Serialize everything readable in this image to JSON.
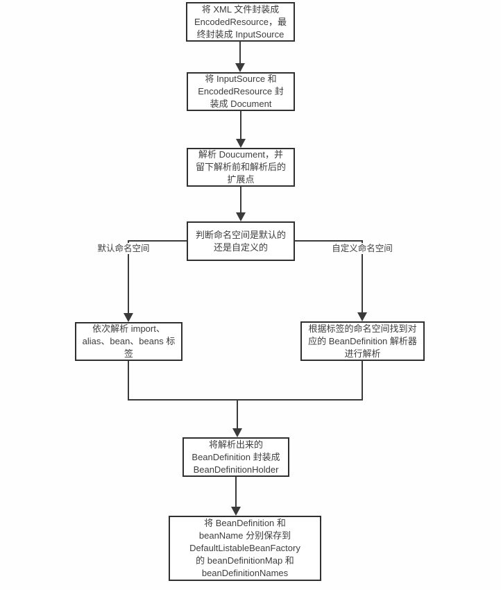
{
  "diagram": {
    "colors": {
      "box_border": "#2f2f2f",
      "box_fill": "#ffffff",
      "line": "#3a3a3a",
      "text": "#3d3d3d",
      "background": "#fefefe"
    },
    "nodes": {
      "encode_xml": {
        "text": "将 XML 文件封装成\nEncodedResource，最\n终封装成 InputSource"
      },
      "wrap_document": {
        "text": "将 InputSource 和\nEncodedResource 封\n装成 Document"
      },
      "parse_document": {
        "text": "解析 Doucument，并\n留下解析前和解析后的\n扩展点"
      },
      "judge_namespace": {
        "text": "判断命名空间是默认的\n还是自定义的"
      },
      "parse_default_tags": {
        "text": "依次解析 import、\nalias、bean、beans 标\n签"
      },
      "parse_custom_tags": {
        "text": "根据标签的命名空间找到对\n应的 BeanDefinition 解析器\n进行解析"
      },
      "wrap_holder": {
        "text": "将解析出来的\nBeanDefinition 封装成\nBeanDefinitionHolder"
      },
      "register_definition": {
        "text": "将 BeanDefinition 和\nbeanName 分别保存到\nDefaultListableBeanFactory\n的 beanDefinitionMap 和\nbeanDefinitionNames"
      }
    },
    "branch_labels": {
      "left": "默认命名空间",
      "right": "自定义命名空间"
    }
  }
}
